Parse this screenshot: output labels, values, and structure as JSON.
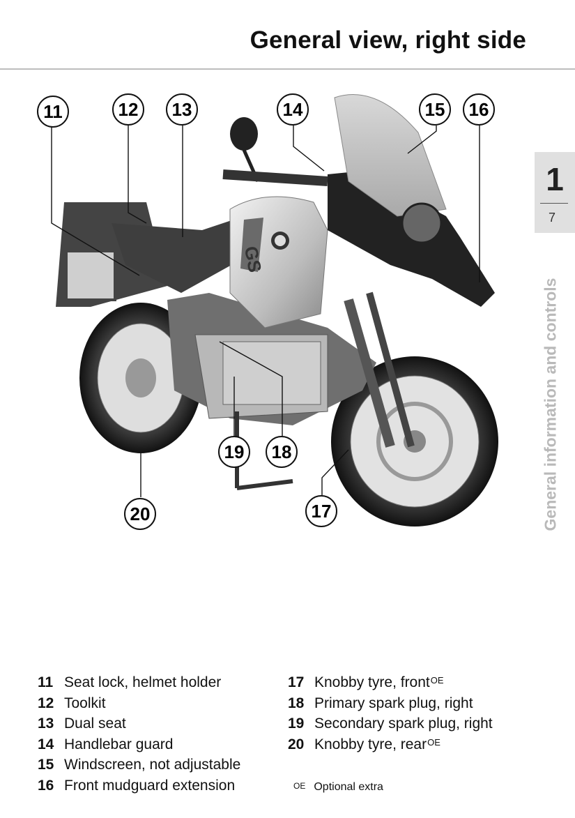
{
  "header": {
    "title": "General view, right side"
  },
  "tab": {
    "chapter": "1",
    "page": "7",
    "section": "General information and controls"
  },
  "callouts": [
    "11",
    "12",
    "13",
    "14",
    "15",
    "16",
    "17",
    "18",
    "19",
    "20"
  ],
  "legend_left": [
    {
      "num": "11",
      "text": "Seat lock, helmet holder",
      "oe": ""
    },
    {
      "num": "12",
      "text": "Toolkit",
      "oe": ""
    },
    {
      "num": "13",
      "text": "Dual seat",
      "oe": ""
    },
    {
      "num": "14",
      "text": "Handlebar guard",
      "oe": ""
    },
    {
      "num": "15",
      "text": "Windscreen, not adjustable",
      "oe": ""
    },
    {
      "num": "16",
      "text": "Front mudguard extension",
      "oe": ""
    }
  ],
  "legend_right": [
    {
      "num": "17",
      "text": "Knobby tyre, front",
      "oe": "OE"
    },
    {
      "num": "18",
      "text": "Primary spark plug, right",
      "oe": ""
    },
    {
      "num": "19",
      "text": "Secondary spark plug, right",
      "oe": ""
    },
    {
      "num": "20",
      "text": "Knobby tyre, rear",
      "oe": "OE"
    }
  ],
  "footnote": {
    "mark": "OE",
    "text": "Optional extra"
  },
  "tank_badge": "GS"
}
